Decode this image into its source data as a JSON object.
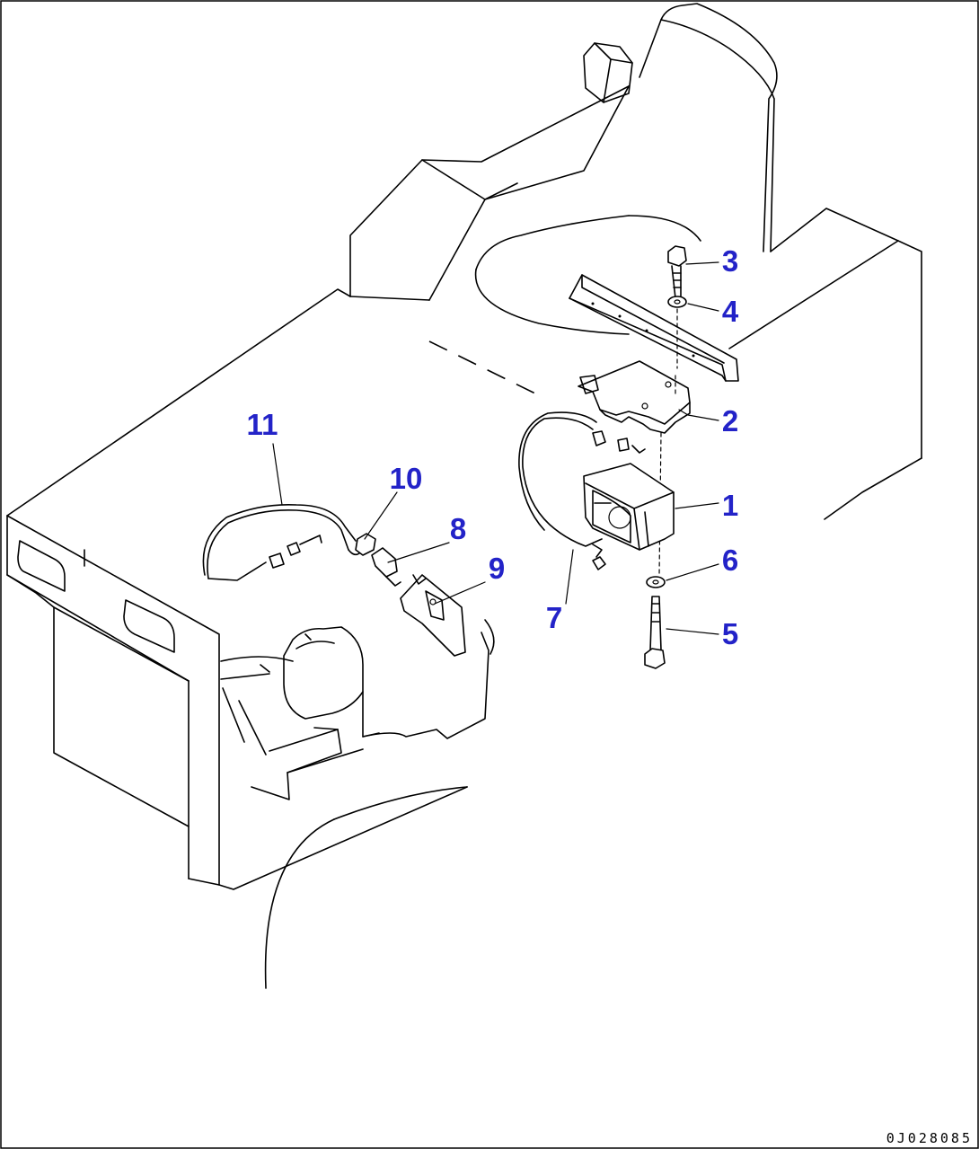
{
  "diagram": {
    "drawing_code": "0J028085",
    "callouts": [
      {
        "number": "1",
        "part": "horn-body"
      },
      {
        "number": "2",
        "part": "horn-bracket"
      },
      {
        "number": "3",
        "part": "bolt"
      },
      {
        "number": "4",
        "part": "washer"
      },
      {
        "number": "5",
        "part": "long-bolt"
      },
      {
        "number": "6",
        "part": "washer"
      },
      {
        "number": "7",
        "part": "wiring-harness"
      },
      {
        "number": "8",
        "part": "switch"
      },
      {
        "number": "9",
        "part": "switch-bracket"
      },
      {
        "number": "10",
        "part": "connector"
      },
      {
        "number": "11",
        "part": "wiring-harness"
      }
    ]
  }
}
